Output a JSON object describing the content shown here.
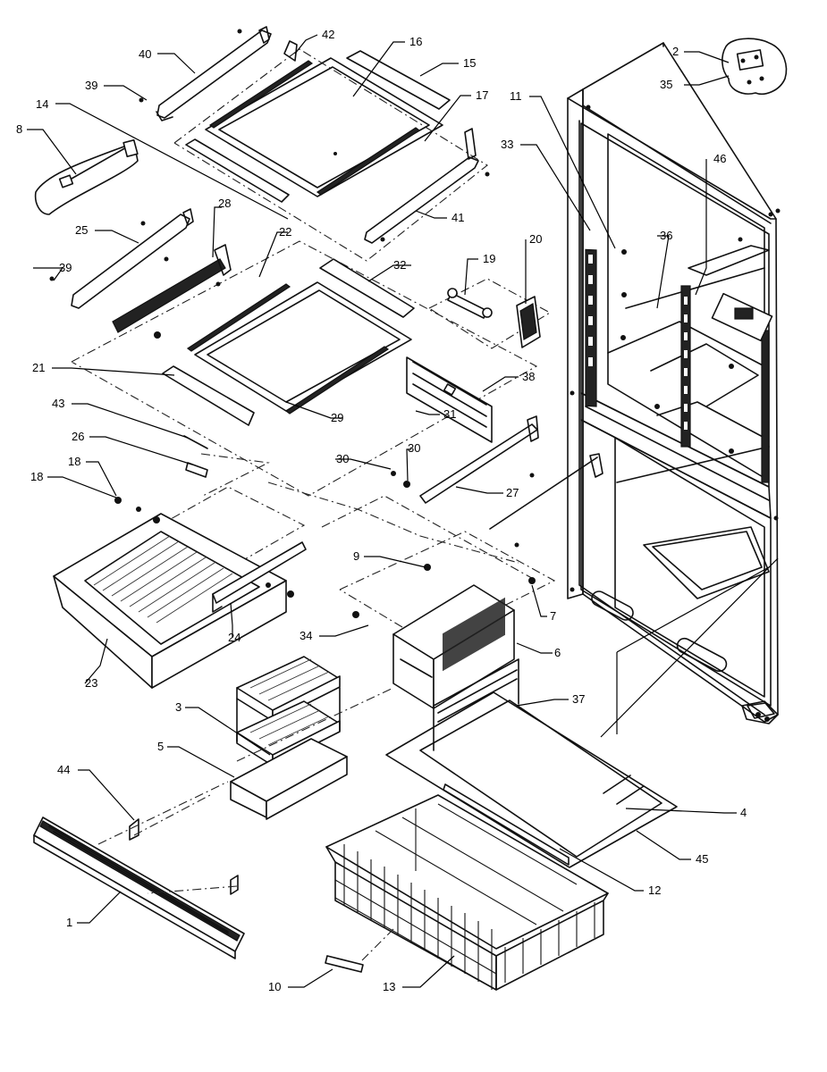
{
  "diagram": {
    "callouts": [
      {
        "key": "c40",
        "text": "40"
      },
      {
        "key": "c42",
        "text": "42"
      },
      {
        "key": "c16",
        "text": "16"
      },
      {
        "key": "c15",
        "text": "15"
      },
      {
        "key": "c39a",
        "text": "39"
      },
      {
        "key": "c14",
        "text": "14"
      },
      {
        "key": "c17",
        "text": "17"
      },
      {
        "key": "c11",
        "text": "11"
      },
      {
        "key": "c2",
        "text": "2"
      },
      {
        "key": "c35",
        "text": "35"
      },
      {
        "key": "c8",
        "text": "8"
      },
      {
        "key": "c33",
        "text": "33"
      },
      {
        "key": "c46",
        "text": "46"
      },
      {
        "key": "c28",
        "text": "28"
      },
      {
        "key": "c25",
        "text": "25"
      },
      {
        "key": "c22",
        "text": "22"
      },
      {
        "key": "c41",
        "text": "41"
      },
      {
        "key": "c20",
        "text": "20"
      },
      {
        "key": "c36",
        "text": "36"
      },
      {
        "key": "c39b",
        "text": "39"
      },
      {
        "key": "c19",
        "text": "19"
      },
      {
        "key": "c32",
        "text": "32"
      },
      {
        "key": "c21",
        "text": "21"
      },
      {
        "key": "c38",
        "text": "38"
      },
      {
        "key": "c29",
        "text": "29"
      },
      {
        "key": "c31",
        "text": "31"
      },
      {
        "key": "c43",
        "text": "43"
      },
      {
        "key": "c26",
        "text": "26"
      },
      {
        "key": "c30a",
        "text": "30"
      },
      {
        "key": "c18a",
        "text": "18"
      },
      {
        "key": "c30b",
        "text": "30"
      },
      {
        "key": "c18b",
        "text": "18"
      },
      {
        "key": "c27",
        "text": "27"
      },
      {
        "key": "c9",
        "text": "9"
      },
      {
        "key": "c7",
        "text": "7"
      },
      {
        "key": "c24",
        "text": "24"
      },
      {
        "key": "c34",
        "text": "34"
      },
      {
        "key": "c6",
        "text": "6"
      },
      {
        "key": "c23",
        "text": "23"
      },
      {
        "key": "c3",
        "text": "3"
      },
      {
        "key": "c37",
        "text": "37"
      },
      {
        "key": "c5",
        "text": "5"
      },
      {
        "key": "c44",
        "text": "44"
      },
      {
        "key": "c4",
        "text": "4"
      },
      {
        "key": "c45",
        "text": "45"
      },
      {
        "key": "c12",
        "text": "12"
      },
      {
        "key": "c1",
        "text": "1"
      },
      {
        "key": "c10",
        "text": "10"
      },
      {
        "key": "c13",
        "text": "13"
      }
    ]
  }
}
